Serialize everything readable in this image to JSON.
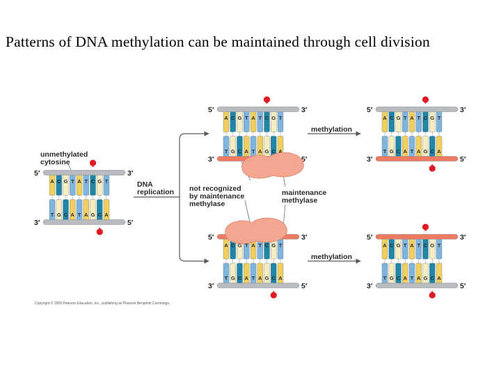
{
  "title": "Patterns of DNA methylation can be maintained through cell division",
  "labels": {
    "unmethylated_cytosine": [
      "unmethylated",
      "cytosine"
    ],
    "dna_replication": [
      "DNA",
      "replication"
    ],
    "not_recognized": [
      "not recognized",
      "by maintenance",
      "methylase"
    ],
    "maintenance_methylase": [
      "maintenance",
      "methylase"
    ],
    "methylation": "methylation",
    "five_prime": "5′",
    "three_prime": "3′"
  },
  "sequences": {
    "top": [
      "A",
      "C",
      "G",
      "T",
      "A",
      "T",
      "C",
      "G",
      "T"
    ],
    "bottom": [
      "T",
      "G",
      "C",
      "A",
      "T",
      "A",
      "G",
      "C",
      "A"
    ]
  },
  "copyright": "Copyright © 2009 Pearson Education, Inc., publishing as Pearson Benjamin Cummings.",
  "colors": {
    "old_strand": "#b8bcc0",
    "new_strand": "#ee7a62",
    "methyl": "#e01a22",
    "enzyme": "#f4a690",
    "arrow": "#5a5a5a",
    "A": "#f0cf5e",
    "T": "#7fb4dd",
    "C": "#1f86a6",
    "G": "#f6eec0"
  }
}
